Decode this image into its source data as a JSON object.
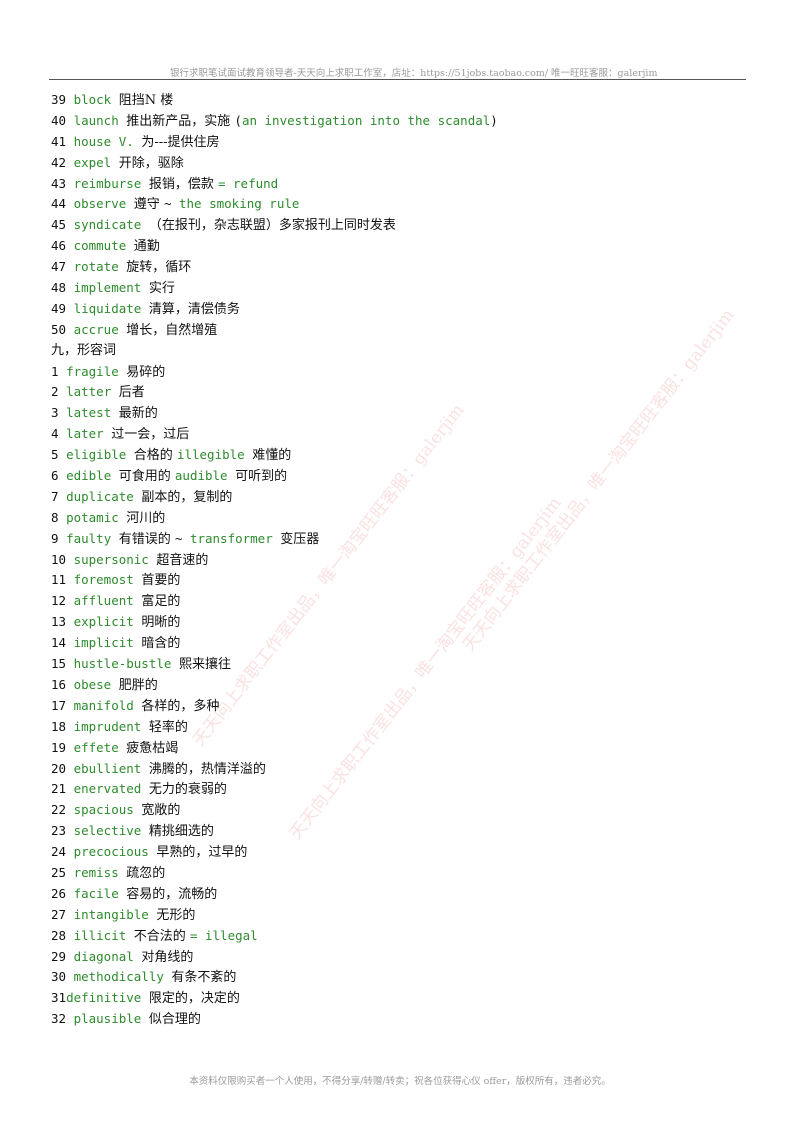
{
  "header": {
    "text": "银行求职笔试面试教育领导者-天天向上求职工作室，店址：https://51jobs.taobao.com/ 唯一旺旺客服：galerjim"
  },
  "lines": [
    {
      "n": "39 ",
      "t": [
        {
          "c": "en",
          "v": "block "
        },
        {
          "c": "zh",
          "v": "阻挡N 楼"
        }
      ]
    },
    {
      "n": "40 ",
      "t": [
        {
          "c": "en",
          "v": "launch "
        },
        {
          "c": "zh",
          "v": "推出新产品，实施 "
        },
        {
          "c": "num",
          "v": "("
        },
        {
          "c": "en",
          "v": "an investigation into the scandal"
        },
        {
          "c": "num",
          "v": ")"
        }
      ]
    },
    {
      "n": "41 ",
      "t": [
        {
          "c": "en",
          "v": "house V. "
        },
        {
          "c": "zh",
          "v": "为---提供住房"
        }
      ]
    },
    {
      "n": "42 ",
      "t": [
        {
          "c": "en",
          "v": "expel "
        },
        {
          "c": "zh",
          "v": "开除，驱除"
        }
      ]
    },
    {
      "n": "43 ",
      "t": [
        {
          "c": "en",
          "v": "reimburse "
        },
        {
          "c": "zh",
          "v": "报销，偿款 "
        },
        {
          "c": "en",
          "v": "= refund"
        }
      ]
    },
    {
      "n": "44 ",
      "t": [
        {
          "c": "en",
          "v": "observe "
        },
        {
          "c": "zh",
          "v": "遵守 "
        },
        {
          "c": "num",
          "v": "~ "
        },
        {
          "c": "en",
          "v": "the smoking rule"
        }
      ]
    },
    {
      "n": "45 ",
      "t": [
        {
          "c": "en",
          "v": "syndicate "
        },
        {
          "c": "zh",
          "v": "（在报刊，杂志联盟）多家报刊上同时发表"
        }
      ]
    },
    {
      "n": "46 ",
      "t": [
        {
          "c": "en",
          "v": "commute "
        },
        {
          "c": "zh",
          "v": "通勤"
        }
      ]
    },
    {
      "n": "47 ",
      "t": [
        {
          "c": "en",
          "v": "rotate "
        },
        {
          "c": "zh",
          "v": "旋转，循环"
        }
      ]
    },
    {
      "n": "48 ",
      "t": [
        {
          "c": "en",
          "v": "implement "
        },
        {
          "c": "zh",
          "v": "实行"
        }
      ]
    },
    {
      "n": "49 ",
      "t": [
        {
          "c": "en",
          "v": "liquidate "
        },
        {
          "c": "zh",
          "v": "清算，清偿债务"
        }
      ]
    },
    {
      "n": "50 ",
      "t": [
        {
          "c": "en",
          "v": "accrue "
        },
        {
          "c": "zh",
          "v": "增长，自然增殖"
        }
      ]
    },
    {
      "n": "",
      "t": [
        {
          "c": "zh",
          "v": "九，形容词"
        }
      ]
    },
    {
      "n": "1 ",
      "t": [
        {
          "c": "en",
          "v": "fragile "
        },
        {
          "c": "zh",
          "v": "易碎的"
        }
      ]
    },
    {
      "n": "2 ",
      "t": [
        {
          "c": "en",
          "v": "latter "
        },
        {
          "c": "zh",
          "v": "后者"
        }
      ]
    },
    {
      "n": "3 ",
      "t": [
        {
          "c": "en",
          "v": "latest "
        },
        {
          "c": "zh",
          "v": "最新的"
        }
      ]
    },
    {
      "n": "4 ",
      "t": [
        {
          "c": "en",
          "v": "later "
        },
        {
          "c": "zh",
          "v": "过一会，过后"
        }
      ]
    },
    {
      "n": "5 ",
      "t": [
        {
          "c": "en",
          "v": "eligible "
        },
        {
          "c": "zh",
          "v": "合格的 "
        },
        {
          "c": "en",
          "v": "illegible "
        },
        {
          "c": "zh",
          "v": "难懂的"
        }
      ]
    },
    {
      "n": "6 ",
      "t": [
        {
          "c": "en",
          "v": "edible "
        },
        {
          "c": "zh",
          "v": "可食用的 "
        },
        {
          "c": "en",
          "v": "audible "
        },
        {
          "c": "zh",
          "v": "可听到的"
        }
      ]
    },
    {
      "n": "7 ",
      "t": [
        {
          "c": "en",
          "v": "duplicate "
        },
        {
          "c": "zh",
          "v": "副本的，复制的"
        }
      ]
    },
    {
      "n": "8 ",
      "t": [
        {
          "c": "en",
          "v": "potamic "
        },
        {
          "c": "zh",
          "v": "河川的"
        }
      ]
    },
    {
      "n": "9 ",
      "t": [
        {
          "c": "en",
          "v": "faulty "
        },
        {
          "c": "zh",
          "v": "有错误的 "
        },
        {
          "c": "num",
          "v": "~ "
        },
        {
          "c": "en",
          "v": "transformer "
        },
        {
          "c": "zh",
          "v": "变压器"
        }
      ]
    },
    {
      "n": "10 ",
      "t": [
        {
          "c": "en",
          "v": "supersonic "
        },
        {
          "c": "zh",
          "v": "超音速的"
        }
      ]
    },
    {
      "n": "11 ",
      "t": [
        {
          "c": "en",
          "v": "foremost "
        },
        {
          "c": "zh",
          "v": "首要的"
        }
      ]
    },
    {
      "n": "12 ",
      "t": [
        {
          "c": "en",
          "v": "affluent "
        },
        {
          "c": "zh",
          "v": "富足的"
        }
      ]
    },
    {
      "n": "13 ",
      "t": [
        {
          "c": "en",
          "v": "explicit "
        },
        {
          "c": "zh",
          "v": "明晰的"
        }
      ]
    },
    {
      "n": "14 ",
      "t": [
        {
          "c": "en",
          "v": "implicit "
        },
        {
          "c": "zh",
          "v": "暗含的"
        }
      ]
    },
    {
      "n": "15 ",
      "t": [
        {
          "c": "en",
          "v": "hustle-bustle "
        },
        {
          "c": "zh",
          "v": "熙来攘往"
        }
      ]
    },
    {
      "n": "16 ",
      "t": [
        {
          "c": "en",
          "v": "obese "
        },
        {
          "c": "zh",
          "v": "肥胖的"
        }
      ]
    },
    {
      "n": "17 ",
      "t": [
        {
          "c": "en",
          "v": "manifold "
        },
        {
          "c": "zh",
          "v": "各样的，多种"
        }
      ]
    },
    {
      "n": "18 ",
      "t": [
        {
          "c": "en",
          "v": "imprudent "
        },
        {
          "c": "zh",
          "v": "轻率的"
        }
      ]
    },
    {
      "n": "19 ",
      "t": [
        {
          "c": "en",
          "v": "effete "
        },
        {
          "c": "zh",
          "v": "疲惫枯竭"
        }
      ]
    },
    {
      "n": "20 ",
      "t": [
        {
          "c": "en",
          "v": "ebullient "
        },
        {
          "c": "zh",
          "v": "沸腾的，热情洋溢的"
        }
      ]
    },
    {
      "n": "21 ",
      "t": [
        {
          "c": "en",
          "v": "enervated "
        },
        {
          "c": "zh",
          "v": "无力的衰弱的"
        }
      ]
    },
    {
      "n": "22 ",
      "t": [
        {
          "c": "en",
          "v": "spacious "
        },
        {
          "c": "zh",
          "v": "宽敞的"
        }
      ]
    },
    {
      "n": "23 ",
      "t": [
        {
          "c": "en",
          "v": "selective "
        },
        {
          "c": "zh",
          "v": "精挑细选的"
        }
      ]
    },
    {
      "n": "24 ",
      "t": [
        {
          "c": "en",
          "v": "precocious "
        },
        {
          "c": "zh",
          "v": "早熟的，过早的"
        }
      ]
    },
    {
      "n": "25 ",
      "t": [
        {
          "c": "en",
          "v": "remiss "
        },
        {
          "c": "zh",
          "v": "疏忽的"
        }
      ]
    },
    {
      "n": "26 ",
      "t": [
        {
          "c": "en",
          "v": "facile "
        },
        {
          "c": "zh",
          "v": "容易的，流畅的"
        }
      ]
    },
    {
      "n": "27 ",
      "t": [
        {
          "c": "en",
          "v": "intangible "
        },
        {
          "c": "zh",
          "v": "无形的"
        }
      ]
    },
    {
      "n": "28 ",
      "t": [
        {
          "c": "en",
          "v": "illicit "
        },
        {
          "c": "zh",
          "v": "不合法的 "
        },
        {
          "c": "en",
          "v": "= illegal"
        }
      ]
    },
    {
      "n": "29 ",
      "t": [
        {
          "c": "en",
          "v": "diagonal "
        },
        {
          "c": "zh",
          "v": "对角线的"
        }
      ]
    },
    {
      "n": "30 ",
      "t": [
        {
          "c": "en",
          "v": "methodically "
        },
        {
          "c": "zh",
          "v": "有条不紊的"
        }
      ]
    },
    {
      "n": "31",
      "t": [
        {
          "c": "en",
          "v": "definitive "
        },
        {
          "c": "zh",
          "v": "限定的，决定的"
        }
      ]
    },
    {
      "n": "32 ",
      "t": [
        {
          "c": "en",
          "v": "plausible "
        },
        {
          "c": "zh",
          "v": "似合理的"
        }
      ]
    }
  ],
  "watermarks": [
    "天天向上求职工作室出品，唯一淘宝旺旺客服：galerjim",
    "天天向上求职工作室出品，唯一淘宝旺旺客服：galerjim",
    "天天向上求职工作室出品，唯一淘宝旺旺客服：galerjim"
  ],
  "footer": {
    "text": "本资料仅限购买者一个人使用，不得分享/转赠/转卖；祝各位获得心仪 offer，版权所有，违者必究。"
  }
}
